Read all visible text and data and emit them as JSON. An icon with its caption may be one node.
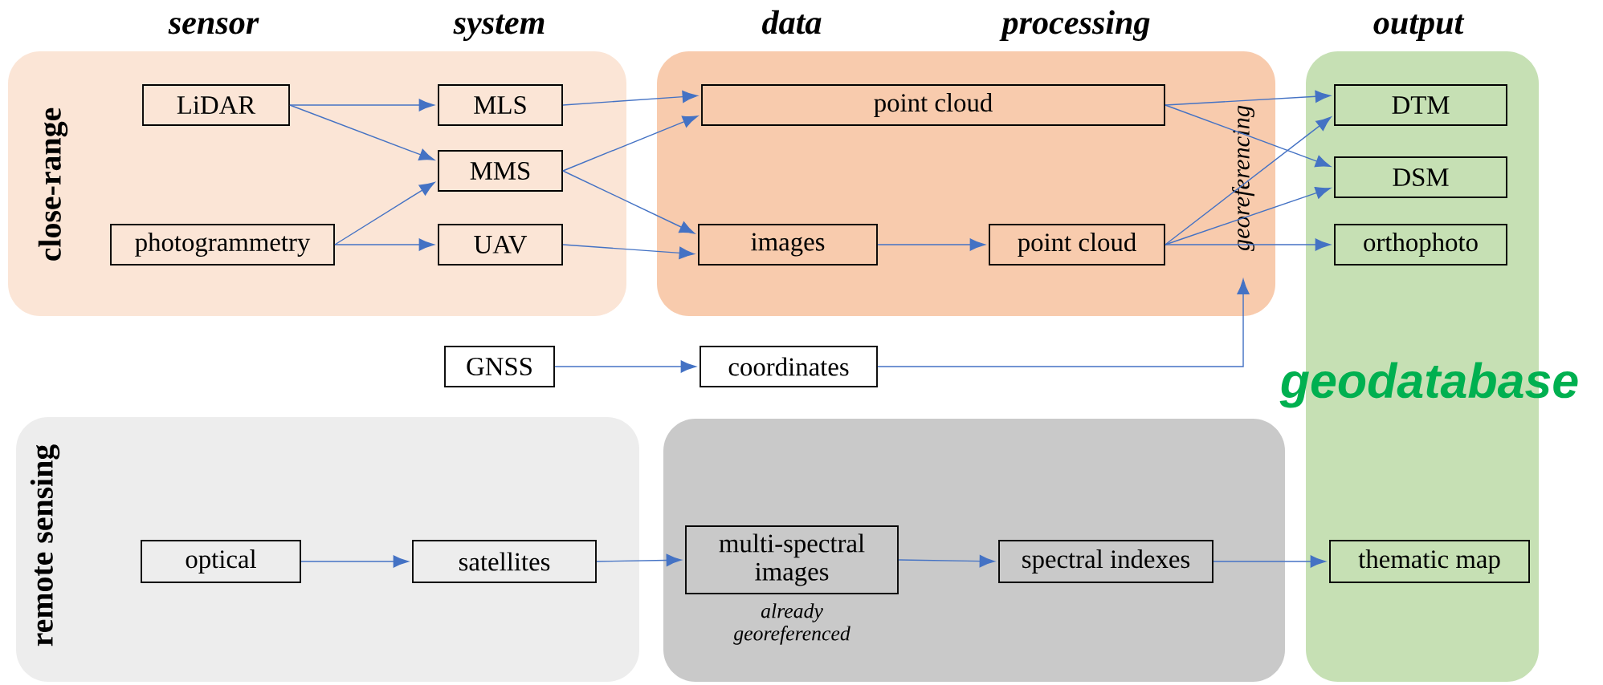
{
  "diagram": {
    "nodes": [
      {
        "text": [
          "close-range"
        ]
      },
      {
        "text": [
          "LiDAR"
        ],
        "in": 0
      },
      {
        "text": [
          "photogrammetry"
        ],
        "in": 0
      },
      {
        "text": [
          "MLS"
        ],
        "in": 0
      },
      {
        "text": [
          "MMS"
        ],
        "in": 0
      },
      {
        "text": [
          "UAV"
        ],
        "in": 0
      },
      {
        "text": [],
        "shape": "box"
      },
      {
        "text": [
          "point cloud"
        ],
        "in": 6
      },
      {
        "text": [
          "images"
        ],
        "in": 6
      },
      {
        "text": [
          "point cloud"
        ],
        "in": 6
      },
      {
        "text": [
          "georeferencing"
        ],
        "in": 6
      },
      {
        "text": [
          "geodatabase"
        ]
      },
      {
        "text": [
          "DTM"
        ],
        "in": 11
      },
      {
        "text": [
          "DSM"
        ],
        "in": 11
      },
      {
        "text": [
          "orthophoto"
        ],
        "in": 11
      },
      {
        "text": [
          "GNSS"
        ]
      },
      {
        "text": [
          "coordinates"
        ]
      },
      {
        "text": [
          "remote sensing"
        ]
      },
      {
        "text": [
          "optical"
        ],
        "in": 17
      },
      {
        "text": [
          "satellites"
        ],
        "in": 17
      },
      {
        "text": [],
        "shape": "box"
      },
      {
        "text": [
          "multi-spectral images"
        ],
        "in": 20,
        "beside": [
          "already georeferenced"
        ]
      },
      {
        "text": [
          "spectral indexes"
        ],
        "in": 20
      },
      {
        "text": [
          "thematic map"
        ],
        "in": 11
      }
    ],
    "edges": [
      {
        "from": 1,
        "to": 3,
        "arrow": "to"
      },
      {
        "from": 1,
        "to": 4,
        "arrow": "to"
      },
      {
        "from": 2,
        "to": 4,
        "arrow": "to"
      },
      {
        "from": 2,
        "to": 5,
        "arrow": "to"
      },
      {
        "from": 3,
        "to": 7,
        "arrow": "to"
      },
      {
        "from": 4,
        "to": 7,
        "arrow": "to"
      },
      {
        "from": 4,
        "to": 8,
        "arrow": "to"
      },
      {
        "from": 5,
        "to": 8,
        "arrow": "to"
      },
      {
        "from": 8,
        "to": 9,
        "arrow": "to"
      },
      {
        "from": 7,
        "to": 12,
        "arrow": "to"
      },
      {
        "from": 7,
        "to": 13,
        "arrow": "to"
      },
      {
        "from": 9,
        "to": 12,
        "arrow": "to"
      },
      {
        "from": 9,
        "to": 13,
        "arrow": "to"
      },
      {
        "from": 9,
        "to": 14,
        "arrow": "to"
      },
      {
        "from": 15,
        "to": 16,
        "arrow": "to"
      },
      {
        "from": 16,
        "to": 10,
        "arrow": "to"
      },
      {
        "from": 18,
        "to": 19,
        "arrow": "to"
      },
      {
        "from": 19,
        "to": 21,
        "arrow": "to"
      },
      {
        "from": 21,
        "to": 22,
        "arrow": "to"
      },
      {
        "from": 22,
        "to": 23,
        "arrow": "to"
      }
    ],
    "labels": [
      "sensor",
      "system",
      "data",
      "processing",
      "output"
    ]
  }
}
